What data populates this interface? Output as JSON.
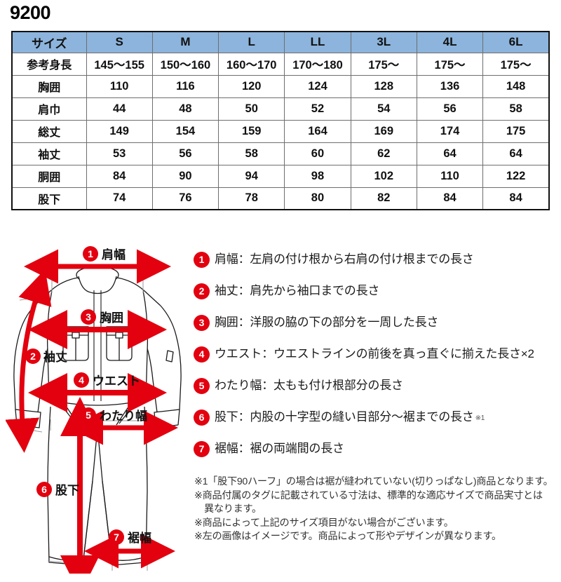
{
  "title": "9200",
  "table": {
    "headers": [
      "サイズ",
      "S",
      "M",
      "L",
      "LL",
      "3L",
      "4L",
      "6L"
    ],
    "rows": [
      {
        "label": "参考身長",
        "values": [
          "145〜155",
          "150〜160",
          "160〜170",
          "170〜180",
          "175〜",
          "175〜",
          "175〜"
        ]
      },
      {
        "label": "胸囲",
        "values": [
          "110",
          "116",
          "120",
          "124",
          "128",
          "136",
          "148"
        ]
      },
      {
        "label": "肩巾",
        "values": [
          "44",
          "48",
          "50",
          "52",
          "54",
          "56",
          "58"
        ]
      },
      {
        "label": "総丈",
        "values": [
          "149",
          "154",
          "159",
          "164",
          "169",
          "174",
          "175"
        ]
      },
      {
        "label": "袖丈",
        "values": [
          "53",
          "56",
          "58",
          "60",
          "62",
          "64",
          "64"
        ]
      },
      {
        "label": "胴囲",
        "values": [
          "84",
          "90",
          "94",
          "98",
          "102",
          "110",
          "122"
        ]
      },
      {
        "label": "股下",
        "values": [
          "74",
          "76",
          "78",
          "80",
          "82",
          "84",
          "84"
        ]
      }
    ]
  },
  "diagram": {
    "callouts": [
      {
        "num": "1",
        "label": "肩幅"
      },
      {
        "num": "2",
        "label": "袖丈"
      },
      {
        "num": "3",
        "label": "胸囲"
      },
      {
        "num": "4",
        "label": "ウエスト"
      },
      {
        "num": "5",
        "label": "わたり幅"
      },
      {
        "num": "6",
        "label": "股下"
      },
      {
        "num": "7",
        "label": "裾幅"
      }
    ]
  },
  "legend": [
    {
      "num": "1",
      "text": "肩幅：左肩の付け根から右肩の付け根までの長さ",
      "note": ""
    },
    {
      "num": "2",
      "text": "袖丈：肩先から袖口までの長さ",
      "note": ""
    },
    {
      "num": "3",
      "text": "胸囲：洋服の脇の下の部分を一周した長さ",
      "note": ""
    },
    {
      "num": "4",
      "text": "ウエスト：ウエストラインの前後を真っ直ぐに揃えた長さ×2",
      "note": ""
    },
    {
      "num": "5",
      "text": "わたり幅：太もも付け根部分の長さ",
      "note": ""
    },
    {
      "num": "6",
      "text": "股下：内股の十字型の縫い目部分〜裾までの長さ",
      "note": "※1"
    },
    {
      "num": "7",
      "text": "裾幅：裾の両端間の長さ",
      "note": ""
    }
  ],
  "footnotes": {
    "line1": "※1「股下90ハーフ」の場合は裾が縫われていない(切りっぱなし)商品となります。",
    "line2": "※商品付属のタグに記載されている寸法は、標準的な適応サイズで商品実寸とは",
    "line2b": "異なります。",
    "line3": "※商品によって上記のサイズ項目がない場合がございます。",
    "line4": "※左の画像はイメージです。商品によって形やデザインが異なります。"
  },
  "colors": {
    "header_blue": "#8cb4dc",
    "accent_red": "#e3000f",
    "text": "#1a1a1a"
  }
}
